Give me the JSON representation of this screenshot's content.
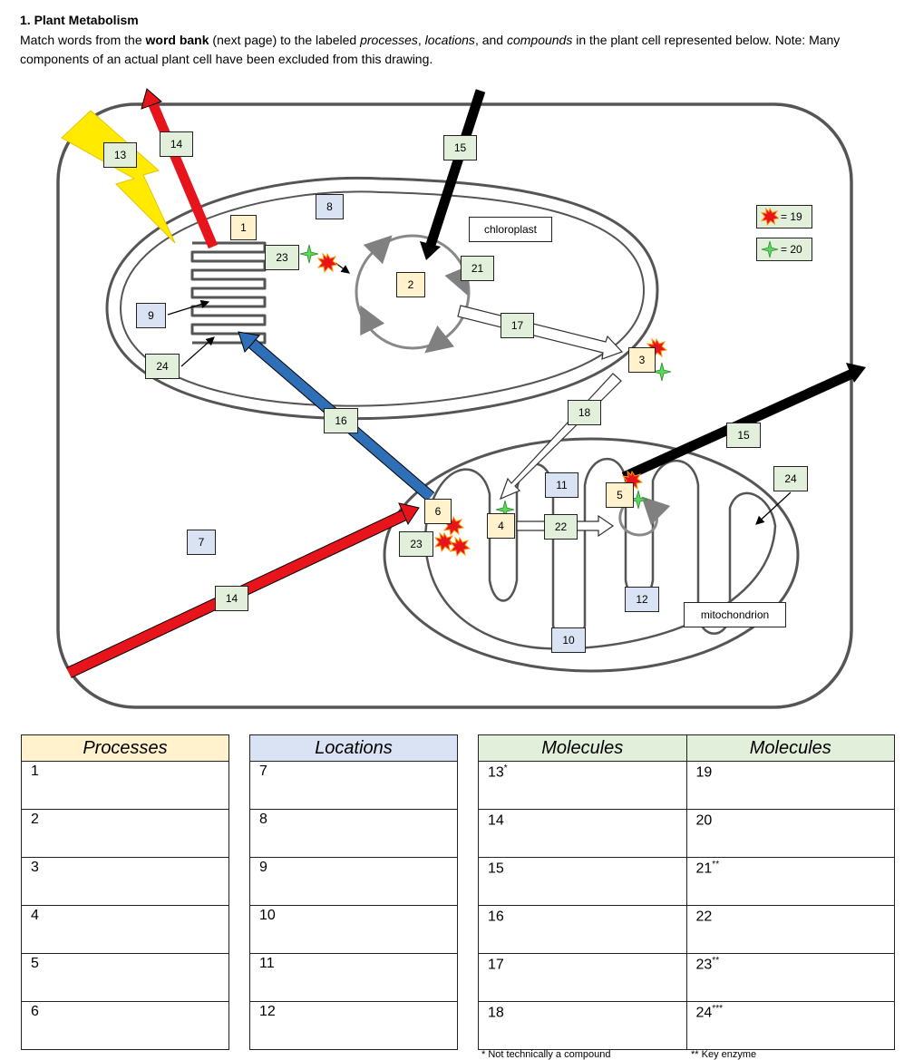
{
  "heading": {
    "title": "1. Plant Metabolism",
    "intro_1": "Match words from the ",
    "intro_bold": "word bank",
    "intro_2": " (next page) to the labeled ",
    "intro_it1": "processes",
    "intro_3": ", ",
    "intro_it2": "locations",
    "intro_4": ", and ",
    "intro_it3": "compounds",
    "intro_5": " in the plant cell represented below.  Note: Many components of an actual plant cell have been excluded from this drawing."
  },
  "diagram": {
    "chloroplast_label": "chloroplast",
    "mitochondrion_label": "mitochondrion",
    "legend_19": "= 19",
    "legend_20": "= 20",
    "labels": {
      "l1": "1",
      "l2": "2",
      "l3": "3",
      "l4": "4",
      "l5": "5",
      "l6": "6",
      "l7": "7",
      "l8": "8",
      "l9": "9",
      "l10": "10",
      "l11": "11",
      "l12": "12",
      "l13": "13",
      "l14a": "14",
      "l14b": "14",
      "l15a": "15",
      "l15b": "15",
      "l16": "16",
      "l17": "17",
      "l18": "18",
      "l21": "21",
      "l22": "22",
      "l23a": "23",
      "l23b": "23",
      "l24a": "24",
      "l24b": "24"
    },
    "colors": {
      "process": "#FFF2CC",
      "location": "#DAE3F3",
      "molecule": "#E2EFDA",
      "red_arrow": "#E8141C",
      "blue_arrow": "#2E6FB8",
      "black_arrow": "#000000",
      "lightning": "#FFEA00",
      "burst": "#E8141C",
      "star": "#5CD65C"
    }
  },
  "tables": {
    "processes": {
      "header": "Processes",
      "rows": [
        "1",
        "2",
        "3",
        "4",
        "5",
        "6"
      ],
      "color": "#FFF2CC"
    },
    "locations": {
      "header": "Locations",
      "rows": [
        "7",
        "8",
        "9",
        "10",
        "11",
        "12"
      ],
      "color": "#DAE3F3"
    },
    "molecules": {
      "header_1": "Molecules",
      "header_2": "Molecules",
      "color": "#E2EFDA",
      "col1": [
        {
          "n": "13",
          "sup": "*"
        },
        {
          "n": "14",
          "sup": ""
        },
        {
          "n": "15",
          "sup": ""
        },
        {
          "n": "16",
          "sup": ""
        },
        {
          "n": "17",
          "sup": ""
        },
        {
          "n": "18",
          "sup": ""
        }
      ],
      "col2": [
        {
          "n": "19",
          "sup": ""
        },
        {
          "n": "20",
          "sup": ""
        },
        {
          "n": "21",
          "sup": "**"
        },
        {
          "n": "22",
          "sup": ""
        },
        {
          "n": "23",
          "sup": "**"
        },
        {
          "n": "24",
          "sup": "***"
        }
      ]
    }
  },
  "footnotes": {
    "f1": "* Not technically a compound",
    "f2": "** Key enzyme"
  }
}
